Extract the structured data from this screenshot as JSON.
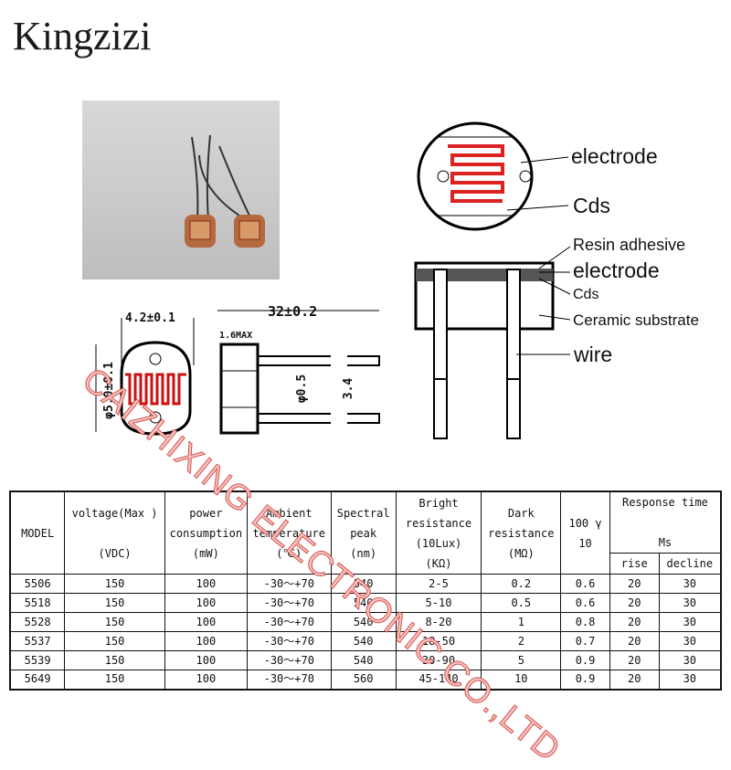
{
  "brand": "Kingzizi",
  "watermark": "CAIZHIXING ELECTRONIC CO.,LTD",
  "diagram": {
    "labels": [
      "electrode",
      "Cds",
      "Resin adhesive",
      "electrode",
      "Cds",
      "Ceramic substrate",
      "wire"
    ],
    "dims": {
      "width": "4.2±0.1",
      "diameter": "φ5.0±0.1",
      "length": "32±0.2",
      "thickness": "1.6MAX",
      "lead": "φ0.5",
      "pitch": "3.4"
    }
  },
  "table": {
    "headers": {
      "model": "MODEL",
      "voltage": [
        "voltage(Max )",
        "(VDC)"
      ],
      "power": [
        "power",
        "consumption",
        "(mW)"
      ],
      "ambient": [
        "Ambient",
        "temperature",
        "(℃)"
      ],
      "spectral": [
        "Spectral",
        "peak",
        "(nm)"
      ],
      "bright": [
        "Bright",
        "resistance",
        "(10Lux)",
        "(KΩ)"
      ],
      "dark": [
        "Dark",
        "resistance",
        "(MΩ)"
      ],
      "gamma": [
        "100 γ",
        "10"
      ],
      "response": [
        "Response time",
        "Ms"
      ],
      "rise": "rise",
      "decline": "decline"
    },
    "rows": [
      [
        "5506",
        "150",
        "100",
        "-30～+70",
        "540",
        "2-5",
        "0.2",
        "0.6",
        "20",
        "30"
      ],
      [
        "5518",
        "150",
        "100",
        "-30～+70",
        "540",
        "5-10",
        "0.5",
        "0.6",
        "20",
        "30"
      ],
      [
        "5528",
        "150",
        "100",
        "-30～+70",
        "540",
        "8-20",
        "1",
        "0.8",
        "20",
        "30"
      ],
      [
        "5537",
        "150",
        "100",
        "-30～+70",
        "540",
        "18-50",
        "2",
        "0.7",
        "20",
        "30"
      ],
      [
        "5539",
        "150",
        "100",
        "-30～+70",
        "540",
        "30-90",
        "5",
        "0.9",
        "20",
        "30"
      ],
      [
        "5649",
        "150",
        "100",
        "-30～+70",
        "560",
        "45-140",
        "10",
        "0.9",
        "20",
        "30"
      ]
    ]
  }
}
